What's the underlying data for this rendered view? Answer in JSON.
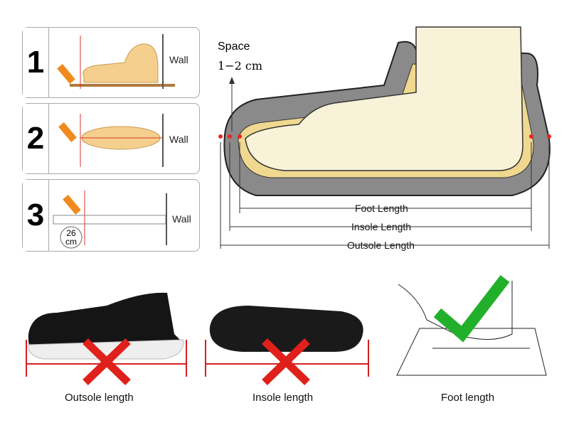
{
  "steps": [
    {
      "number": "1",
      "wall_label": "Wall"
    },
    {
      "number": "2",
      "wall_label": "Wall"
    },
    {
      "number": "3",
      "wall_label": "Wall",
      "measurement": "26",
      "unit": "cm"
    }
  ],
  "diagram": {
    "space_label": "Space",
    "space_value": "1−2 cm",
    "foot_length": "Foot Length",
    "insole_length": "Insole Length",
    "outsole_length": "Outsole Length"
  },
  "bottom": [
    {
      "caption": "Outsole length",
      "mark": "cross-icon"
    },
    {
      "caption": "Insole length",
      "mark": "cross-icon"
    },
    {
      "caption": "Foot length",
      "mark": "check-icon"
    }
  ],
  "colors": {
    "cross": "#e0201a",
    "check": "#22b02a",
    "measure_line": "#d22",
    "sole": "#777",
    "foot": "#f8f2d8"
  }
}
